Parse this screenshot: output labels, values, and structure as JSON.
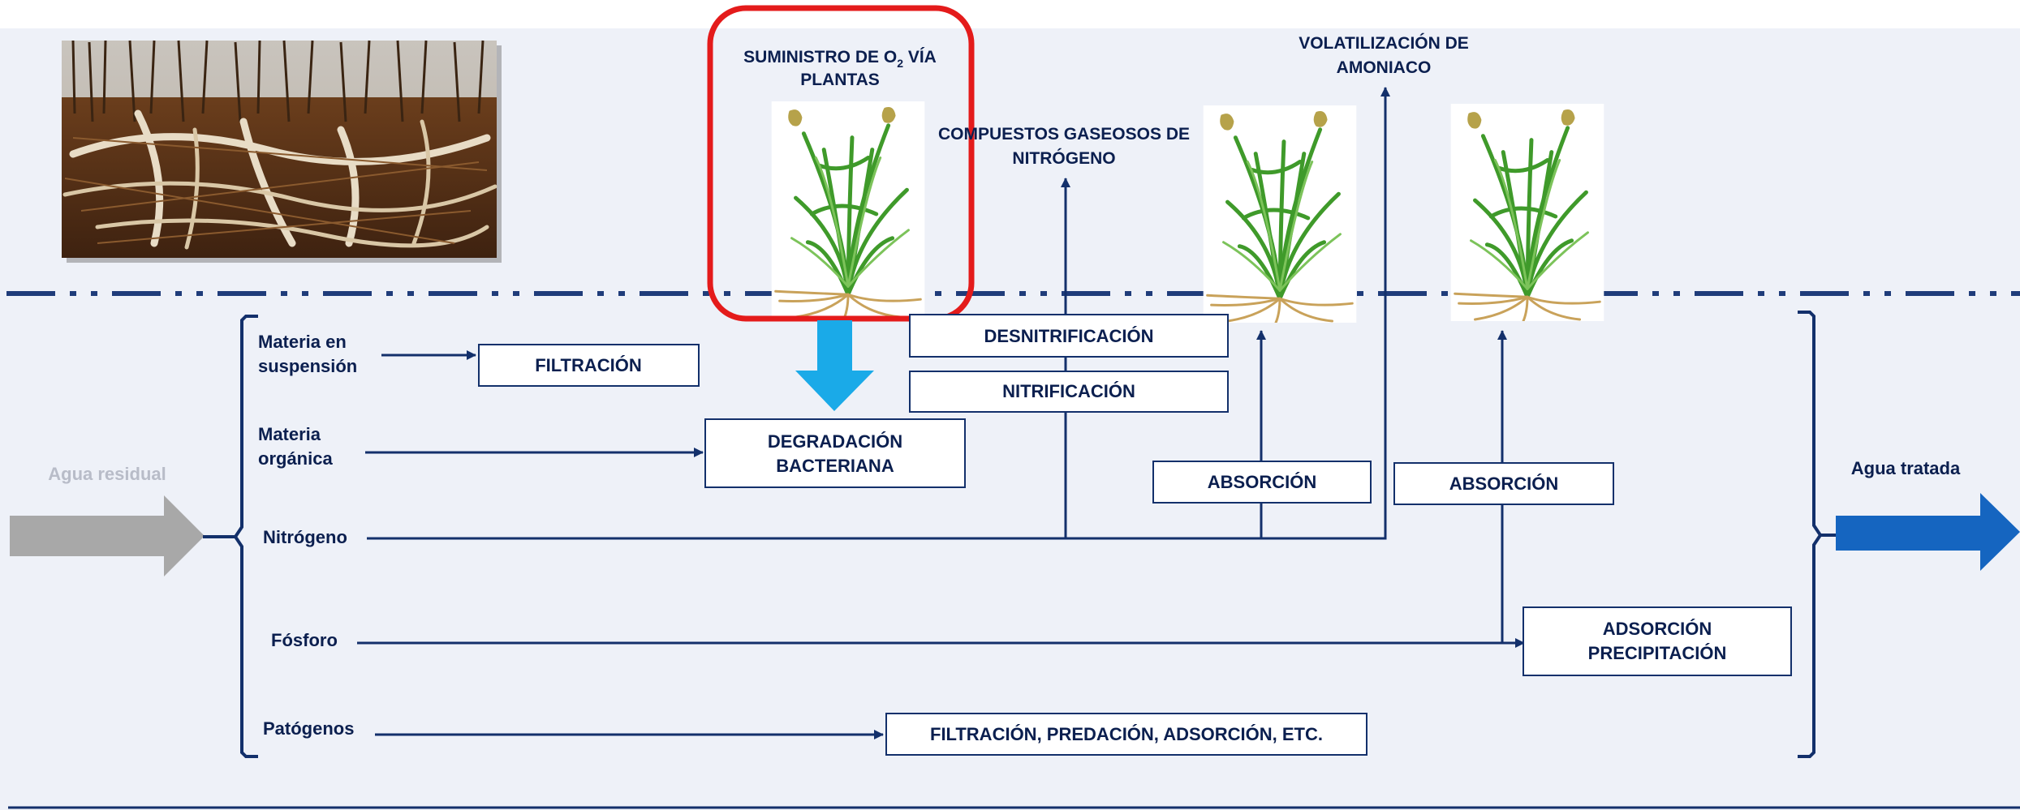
{
  "colors": {
    "background": "#eef1f8",
    "ink": "#0b1f4f",
    "line": "#13306b",
    "dash_line": "#1f3c7a",
    "muted_label": "#b8bcc8",
    "grey_arrow": "#a8a8a8",
    "oxygen_arrow": "#1aaae8",
    "output_arrow": "#1565c0",
    "highlight": "#e41b1b",
    "plant_leaf": "#3f9a2a",
    "plant_root": "#c9a25a"
  },
  "icons": {
    "roots_photo": "wetland-roots-photo",
    "plant": "reed-plant-icon"
  },
  "labels": {
    "influent": "Agua residual",
    "effluent": "Agua tratada",
    "oxygen_supply_l1": "SUMINISTRO DE O",
    "oxygen_supply_sub": "2",
    "oxygen_supply_l1b": " VÍA",
    "oxygen_supply_l2": "PLANTAS",
    "gaseous_l1": "COMPUESTOS GASEOSOS DE",
    "gaseous_l2": "NITRÓGENO",
    "volatilization_l1": "VOLATILIZACIÓN DE",
    "volatilization_l2": "AMONIACO"
  },
  "inputs": [
    {
      "label_l1": "Materia en",
      "label_l2": "suspensión"
    },
    {
      "label_l1": "Materia",
      "label_l2": "orgánica"
    },
    {
      "label_l1": "Nitrógeno",
      "label_l2": ""
    },
    {
      "label_l1": "Fósforo",
      "label_l2": ""
    },
    {
      "label_l1": "Patógenos",
      "label_l2": ""
    }
  ],
  "processes": {
    "filtration": "FILTRACIÓN",
    "degradation_l1": "DEGRADACIÓN",
    "degradation_l2": "BACTERIANA",
    "denitrification": "DESNITRIFICACIÓN",
    "nitrification": "NITRIFICACIÓN",
    "absorption_1": "ABSORCIÓN",
    "absorption_2": "ABSORCIÓN",
    "adsorption_l1": "ADSORCIÓN",
    "adsorption_l2": "PRECIPITACIÓN",
    "pathogen_removal": "FILTRACIÓN, PREDACIÓN, ADSORCIÓN, ETC."
  }
}
